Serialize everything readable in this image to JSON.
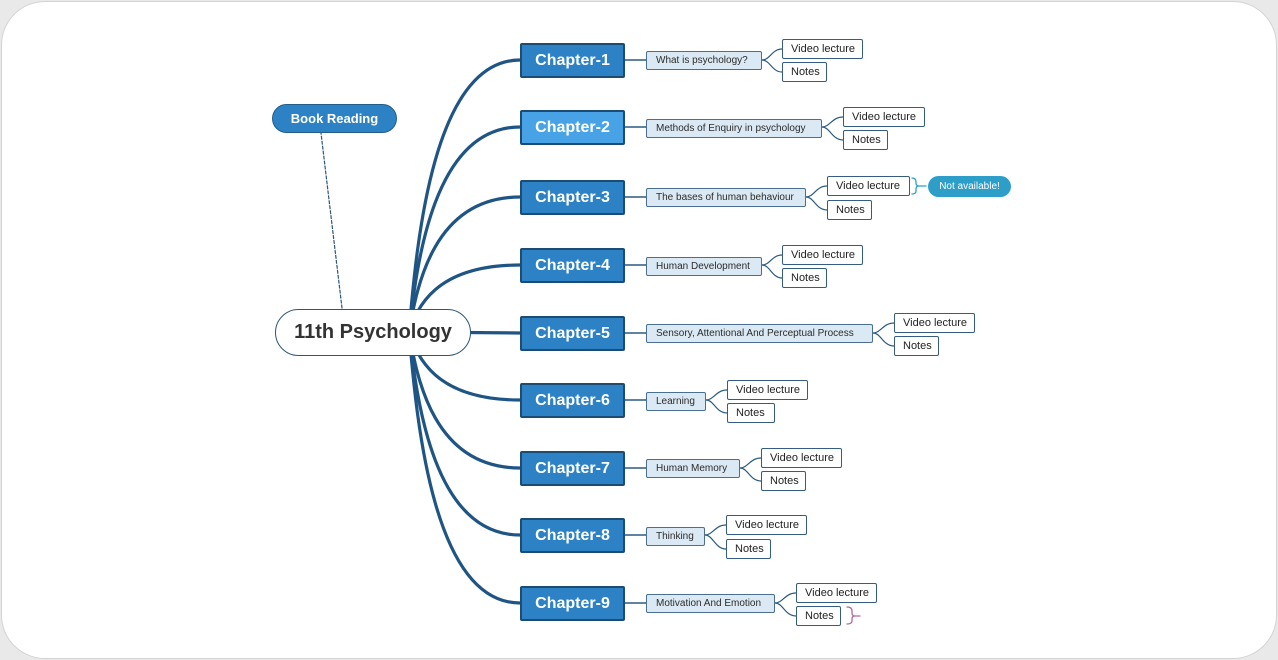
{
  "mindmap": {
    "central": "11th Psychology",
    "side_topic": "Book Reading",
    "chapters": [
      {
        "label": "Chapter-1",
        "topic": "What is psychology?"
      },
      {
        "label": "Chapter-2",
        "topic": "Methods of Enquiry in psychology"
      },
      {
        "label": "Chapter-3",
        "topic": "The bases of human behaviour"
      },
      {
        "label": "Chapter-4",
        "topic": "Human Development"
      },
      {
        "label": "Chapter-5",
        "topic": "Sensory, Attentional And Perceptual Process"
      },
      {
        "label": "Chapter-6",
        "topic": "Learning"
      },
      {
        "label": "Chapter-7",
        "topic": "Human Memory"
      },
      {
        "label": "Chapter-8",
        "topic": "Thinking"
      },
      {
        "label": "Chapter-9",
        "topic": "Motivation And Emotion"
      }
    ],
    "leaf_labels": {
      "video": "Video lecture",
      "notes": "Notes"
    },
    "callout": "Not available!"
  },
  "colors": {
    "branch": "#1f5585",
    "chapter_fill": "#2d82c6",
    "chapter_fill_highlight": "#48a3e6",
    "topic_fill": "#dbe9f4",
    "callout_fill": "#2c9ec7",
    "bracket_blue": "#2aa0d0",
    "bracket_pink": "#b06a9b"
  }
}
